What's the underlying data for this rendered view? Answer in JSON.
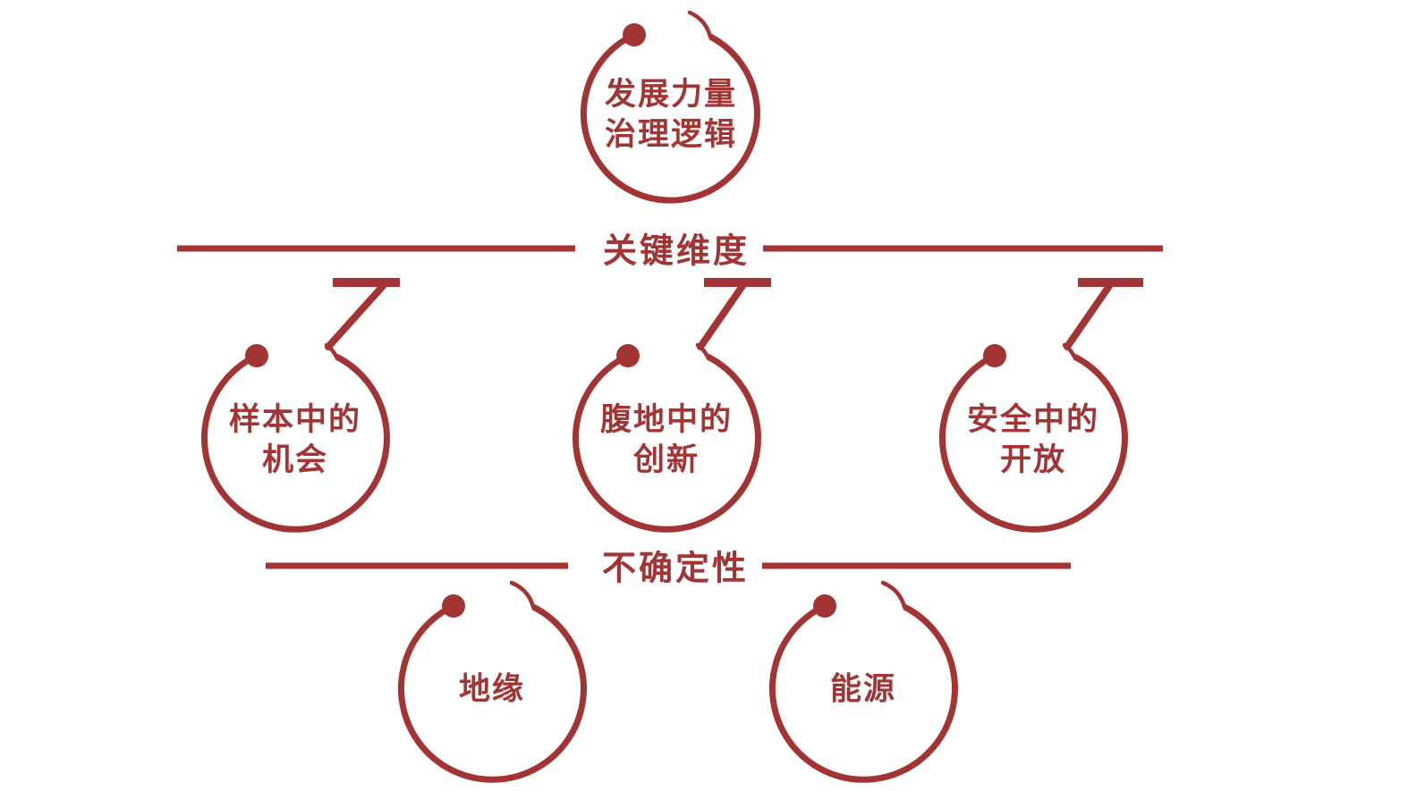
{
  "diagram": {
    "accent_color": "#A23434",
    "top_node": {
      "line1": "发展力量",
      "line2": "治理逻辑"
    },
    "divider_key_dimensions": {
      "label": "关键维度"
    },
    "middle_nodes": [
      {
        "line1": "样本中的",
        "line2": "机会"
      },
      {
        "line1": "腹地中的",
        "line2": "创新"
      },
      {
        "line1": "安全中的",
        "line2": "开放"
      }
    ],
    "divider_uncertainty": {
      "label": "不确定性"
    },
    "bottom_nodes": [
      {
        "line1": "地缘"
      },
      {
        "line1": "能源"
      }
    ]
  }
}
